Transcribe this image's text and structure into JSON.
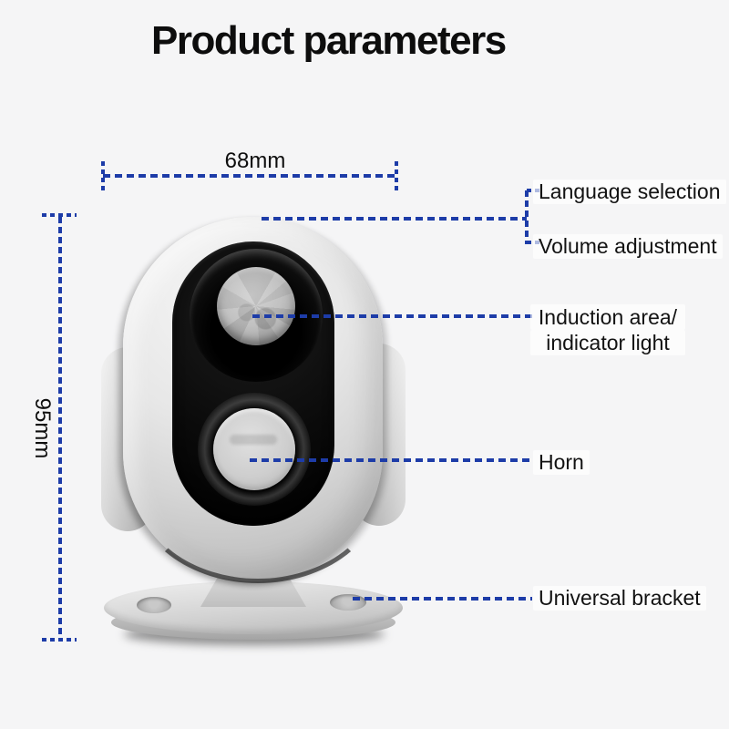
{
  "page": {
    "title": "Product parameters",
    "background": "#f5f5f6"
  },
  "colors": {
    "accent": "#1d3ca8",
    "text": "#121212"
  },
  "dimensions": {
    "width": "68mm",
    "height": "95mm"
  },
  "callouts": {
    "language": "Language selection",
    "volume": "Volume adjustment",
    "induction_line1": "Induction area/",
    "induction_line2": "indicator light",
    "horn": "Horn",
    "universal_bracket": "Universal bracket"
  }
}
